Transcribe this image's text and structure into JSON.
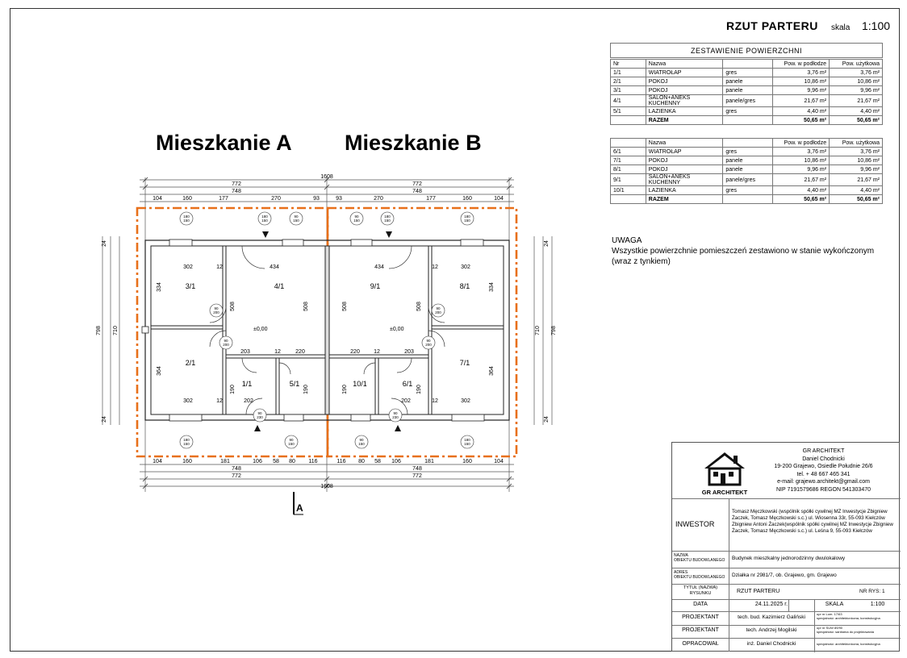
{
  "sheet": {
    "title": "RZUT PARTERU",
    "scale_label": "skala",
    "scale": "1:100"
  },
  "area_table": {
    "heading": "ZESTAWIENIE POWIERZCHNI",
    "columns": [
      "Nr",
      "Nazwa",
      "",
      "Pow. w podłodze",
      "Pow. użytkowa"
    ],
    "columns_b": [
      "",
      "Nazwa",
      "",
      "Pow. w podłodze",
      "Pow. użytkowa"
    ],
    "flat_a": [
      [
        "1/1",
        "WIATROŁAP",
        "gres",
        "3,76 m²",
        "3,76 m²"
      ],
      [
        "2/1",
        "POKOJ",
        "panele",
        "10,86 m²",
        "10,86 m²"
      ],
      [
        "3/1",
        "POKOJ",
        "panele",
        "9,96 m²",
        "9,96 m²"
      ],
      [
        "4/1",
        "SALON+ANEKS KUCHENNY",
        "panele/gres",
        "21,67 m²",
        "21,67 m²"
      ],
      [
        "5/1",
        "LAZIENKA",
        "gres",
        "4,40 m²",
        "4,40 m²"
      ]
    ],
    "flat_a_total": [
      "",
      "RAZEM",
      "",
      "50,65 m²",
      "50,65 m²"
    ],
    "flat_b": [
      [
        "6/1",
        "WIATROŁAP",
        "gres",
        "3,76 m²",
        "3,76 m²"
      ],
      [
        "7/1",
        "POKOJ",
        "panele",
        "10,86 m²",
        "10,86 m²"
      ],
      [
        "8/1",
        "POKOJ",
        "panele",
        "9,96 m²",
        "9,96 m²"
      ],
      [
        "9/1",
        "SALON+ANEKS KUCHENNY",
        "panele/gres",
        "21,67 m²",
        "21,67 m²"
      ],
      [
        "10/1",
        "LAZIENKA",
        "gres",
        "4,40 m²",
        "4,40 m²"
      ]
    ],
    "flat_b_total": [
      "",
      "RAZEM",
      "",
      "50,65 m²",
      "50,65 m²"
    ]
  },
  "note": {
    "title": "UWAGA",
    "line1": "Wszystkie powierzchnie pomieszczeń zestawiono w stanie wykończonym",
    "line2": "(wraz z tynkiem)"
  },
  "flats": {
    "a": "Mieszkanie A",
    "b": "Mieszkanie B"
  },
  "plan": {
    "total_width": "1608",
    "half_width": "772",
    "inner_width": "748",
    "height_outer": "798",
    "height_inner": "710",
    "wall_24": "24",
    "top_dims": [
      "104",
      "160",
      "177",
      "270",
      "93",
      "93",
      "270",
      "177",
      "160",
      "104"
    ],
    "bottom_dims": [
      "104",
      "160",
      "181",
      "106",
      "58",
      "80",
      "116",
      "116",
      "80",
      "58",
      "106",
      "181",
      "160",
      "104"
    ],
    "room_dims": {
      "w302": "302",
      "w434": "434",
      "w203": "203",
      "w220": "220",
      "w202": "202",
      "h334": "334",
      "h364": "364",
      "h508": "508",
      "h190": "190",
      "w12": "12"
    },
    "rooms_a": [
      "3/1",
      "4/1",
      "2/1",
      "1/1",
      "5/1"
    ],
    "rooms_b": [
      "9/1",
      "8/1",
      "7/1",
      "10/1",
      "6/1"
    ],
    "level": "±0,00",
    "section_mark": "A",
    "window_180": "180",
    "window_150": "150",
    "window_90": "90",
    "window_200": "200",
    "window_230": "230"
  },
  "title_block": {
    "firm_logo_text": "GR ARCHITEKT",
    "firm_lines": [
      "GR ARCHITEKT",
      "Daniel Chodnicki",
      "19-200 Grajewo, Osiedle Południe 26/6",
      "tel. + 48 667 465 341",
      "e-mail: grajewo.architekt@gmail.com",
      "NIP 7191579686 REGON 541303470"
    ],
    "investor_label": "INWESTOR",
    "investor_lines": [
      "Tomasz Męczkowski (wspólnik spółki cywilnej MZ Inwestycje Zbigniew",
      "Żaczek, Tomasz Męczkowski s.c.) ul. Wiosenna 33r, 55-093 Kiełczów",
      "Zbigniew Antoni  Żaczek(wspólnik spółki cywilnej MZ Inwestycje Zbigniew",
      "Żaczek, Tomasz Męczkowski s.c.) ul. Leśna 9, 55-093 Kiełczów"
    ],
    "object_name_label_1": "NAZWA",
    "object_name_label_2": "OBIEKTU BUDOWLANEGO",
    "object_name": "Budynek mieszkalny jednorodzinny dwulokalowy",
    "address_label_1": "ADRES",
    "address_label_2": "OBIEKTU BUDOWLANEGO",
    "address": "Działka nr 2981/7, ob. Grajewo, gm. Grajewo",
    "drawing_title_label_1": "TYTUŁ (NAZWA)",
    "drawing_title_label_2": "RYSUNKU",
    "drawing_title": "RZUT PARTERU",
    "drawing_no": "NR RYS: 1",
    "date_label": "DATA",
    "date": "24.11.2025 r.",
    "scale_label": "SKALA",
    "scale": "1:100",
    "rows": [
      {
        "role": "PROJEKTANT",
        "name": "tech. bud. Kazimierz Galiński",
        "perm1": "upr nr Lom. 17/63",
        "perm2": "specjalność: architektoniczna, konstrukcyjna"
      },
      {
        "role": "PROJEKTANT",
        "name": "tech. Andrzej Mogilski",
        "perm1": "upr nr SUW 89/90",
        "perm2": "specjalność: sanitarna do projektowania"
      },
      {
        "role": "OPRACOWAŁ",
        "name": "inż. Daniel Chodnicki",
        "perm1": "",
        "perm2": "specjalność: architektoniczna, konstrukcyjna"
      }
    ]
  }
}
